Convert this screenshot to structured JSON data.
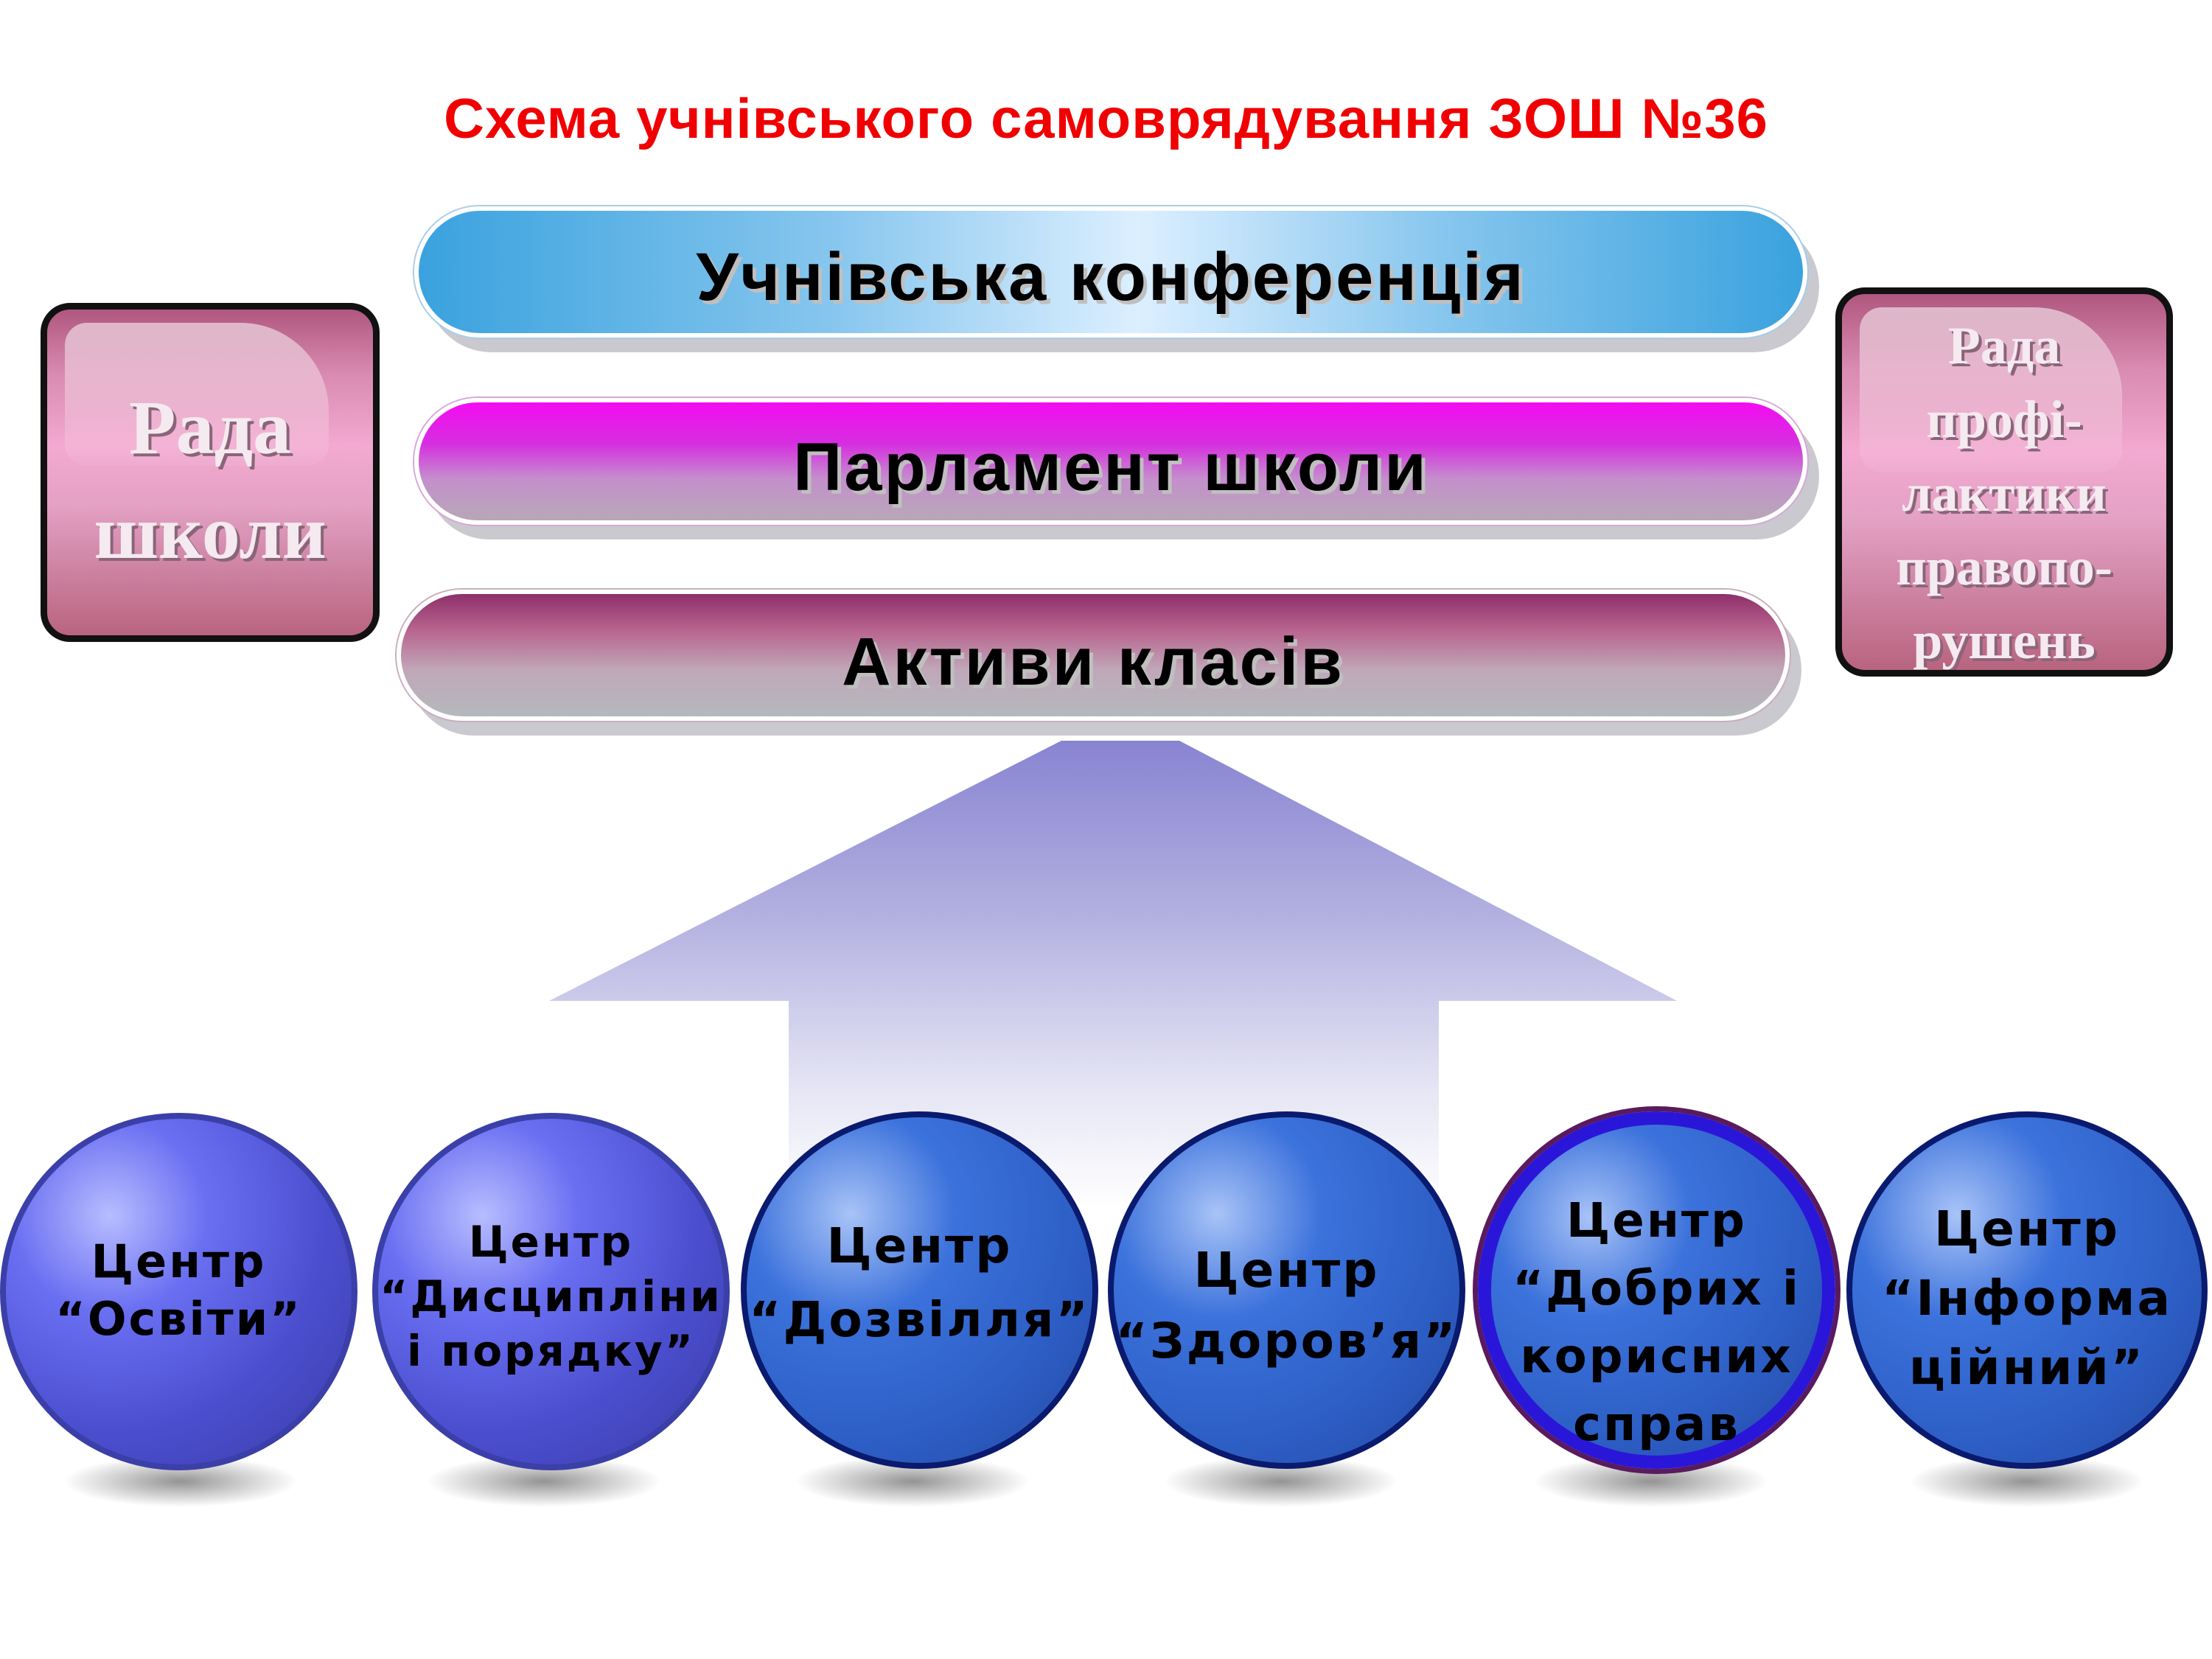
{
  "title": "Схема учнівського самоврядування ЗОШ №36",
  "levels": {
    "conference": "Учнівська конференція",
    "parliament": "Парламент школи",
    "class_assets": "Активи класів"
  },
  "side_boxes": {
    "school_council": [
      "Рада",
      "школи"
    ],
    "prevention_council": [
      "Рада",
      "профі-",
      "лактики",
      "правопо-",
      "рушень"
    ]
  },
  "centers": [
    {
      "lines": [
        "Центр",
        "“Освіти”"
      ]
    },
    {
      "lines": [
        "Центр",
        "“Дисципліни",
        "і порядку”"
      ]
    },
    {
      "lines": [
        "Центр",
        "“Дозвілля”"
      ]
    },
    {
      "lines": [
        "Центр",
        "“Здоров’я”"
      ]
    },
    {
      "lines": [
        "Центр",
        "“Добрих і",
        "корисних",
        "справ"
      ]
    },
    {
      "lines": [
        "Центр",
        "“Інформа",
        "ційний”"
      ]
    }
  ],
  "colors": {
    "title": "#f00000",
    "conference": "#5fb2e6",
    "parliament": "#f40cf2",
    "class_assets": "#a24f7c",
    "side_box": "#e39ec4",
    "center_purple": "#5a5ee6",
    "center_blue": "#3066d2",
    "arrow": "#8a86d4"
  }
}
